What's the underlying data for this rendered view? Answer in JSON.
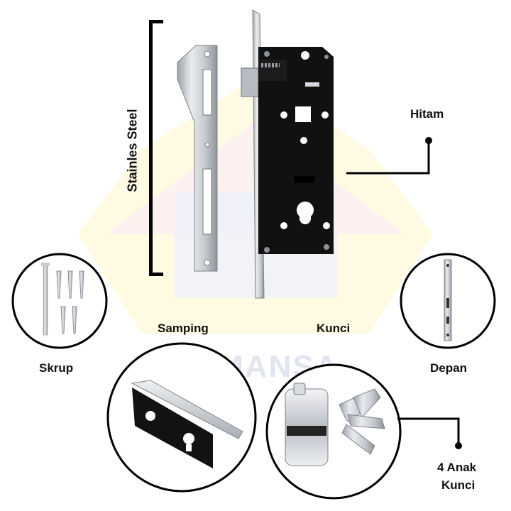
{
  "labels": {
    "stainless": "Stainles Steel",
    "hitam": "Hitam",
    "samping": "Samping",
    "kunci": "Kunci",
    "skrup": "Skrup",
    "depan": "Depan",
    "anak_kunci_line1": "4 Anak",
    "anak_kunci_line2": "Kunci"
  },
  "watermark": {
    "text": "WIMANSA"
  },
  "colors": {
    "lock_body": "#111111",
    "steel": "#c9ccd1",
    "brass_keys": "#c8ccd2",
    "callout_line": "#000000",
    "watermark_tint": "#fff6cc"
  }
}
